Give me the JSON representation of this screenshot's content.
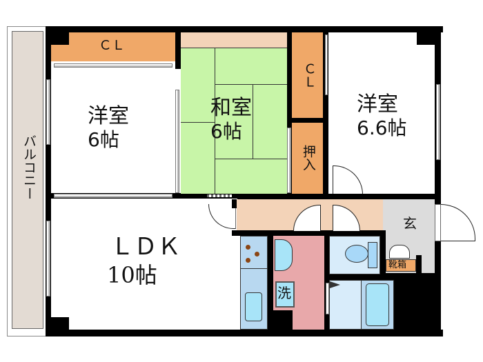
{
  "floor_plan": {
    "type": "apartment-floor-plan",
    "layout": "3LDK",
    "rooms": [
      {
        "id": "western-room-1",
        "name": "洋室",
        "size": "6帖",
        "color": "#ffffff"
      },
      {
        "id": "japanese-room",
        "name": "和室",
        "size": "6帖",
        "color": "#c8f5a8"
      },
      {
        "id": "western-room-2",
        "name": "洋室",
        "size": "6.6帖",
        "color": "#ffffff"
      },
      {
        "id": "ldk",
        "name": "ＬＤＫ",
        "size": "10帖",
        "color": "#ffffff"
      }
    ],
    "storage": [
      {
        "id": "closet-1",
        "label": "ＣＬ",
        "color": "#f0a868"
      },
      {
        "id": "closet-2",
        "label": "ＣＬ",
        "color": "#f0a868"
      },
      {
        "id": "oshiire",
        "label": "押入",
        "color": "#f0a868"
      },
      {
        "id": "shoe-box",
        "label": "靴箱",
        "color": "#f0a868"
      }
    ],
    "balcony": {
      "label": "バルコニー",
      "color": "#e3dbd3"
    },
    "entrance": {
      "label": "玄",
      "color": "#dcdcdc"
    },
    "washer": {
      "label": "洗"
    },
    "hallway": {
      "color": "#f3d3b8"
    },
    "washroom": {
      "color": "#e8a8aa"
    },
    "wet_area_color": "#d8ecfa",
    "fixture_color": "#a8e4f8",
    "kitchen_color": "#b8d8f0",
    "burner_color": "#8b4513"
  }
}
